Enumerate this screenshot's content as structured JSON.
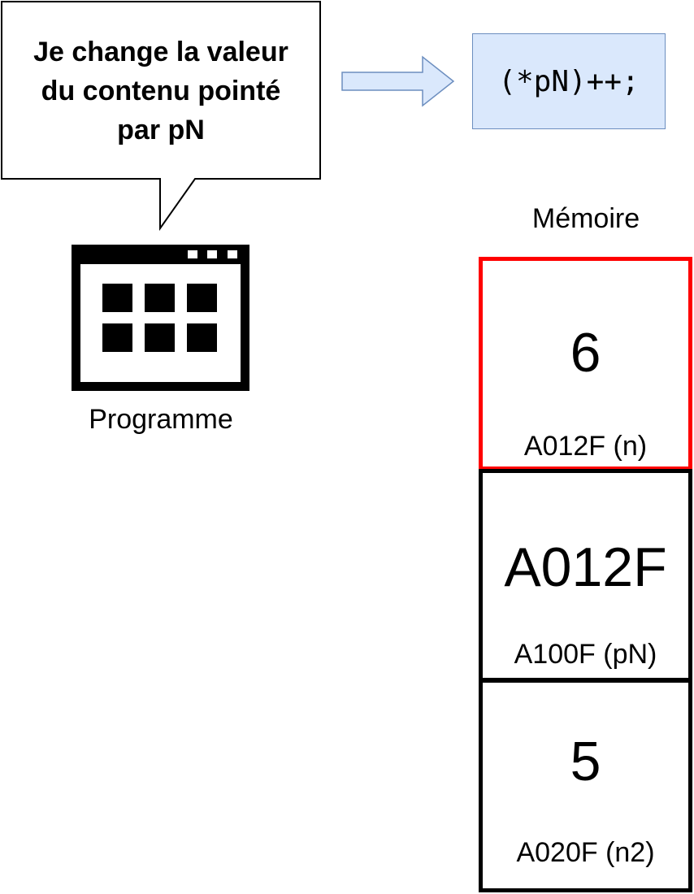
{
  "bubble": {
    "lines": [
      "Je change la valeur",
      "du contenu pointé",
      "par pN"
    ]
  },
  "code": {
    "text": "(*pN)++;"
  },
  "program": {
    "label": "Programme",
    "icon": "application-window-icon"
  },
  "memory": {
    "title": "Mémoire",
    "cells": [
      {
        "value": "6",
        "address": "A012F (n)",
        "highlighted": true
      },
      {
        "value": "A012F",
        "address": "A100F (pN)",
        "highlighted": false
      },
      {
        "value": "5",
        "address": "A020F (n2)",
        "highlighted": false
      }
    ]
  },
  "colors": {
    "highlight_border": "#ff0000",
    "code_fill": "#dae8fc",
    "code_border": "#6c8ebf",
    "arrow_fill": "#dae8fc",
    "arrow_stroke": "#6c8ebf"
  }
}
